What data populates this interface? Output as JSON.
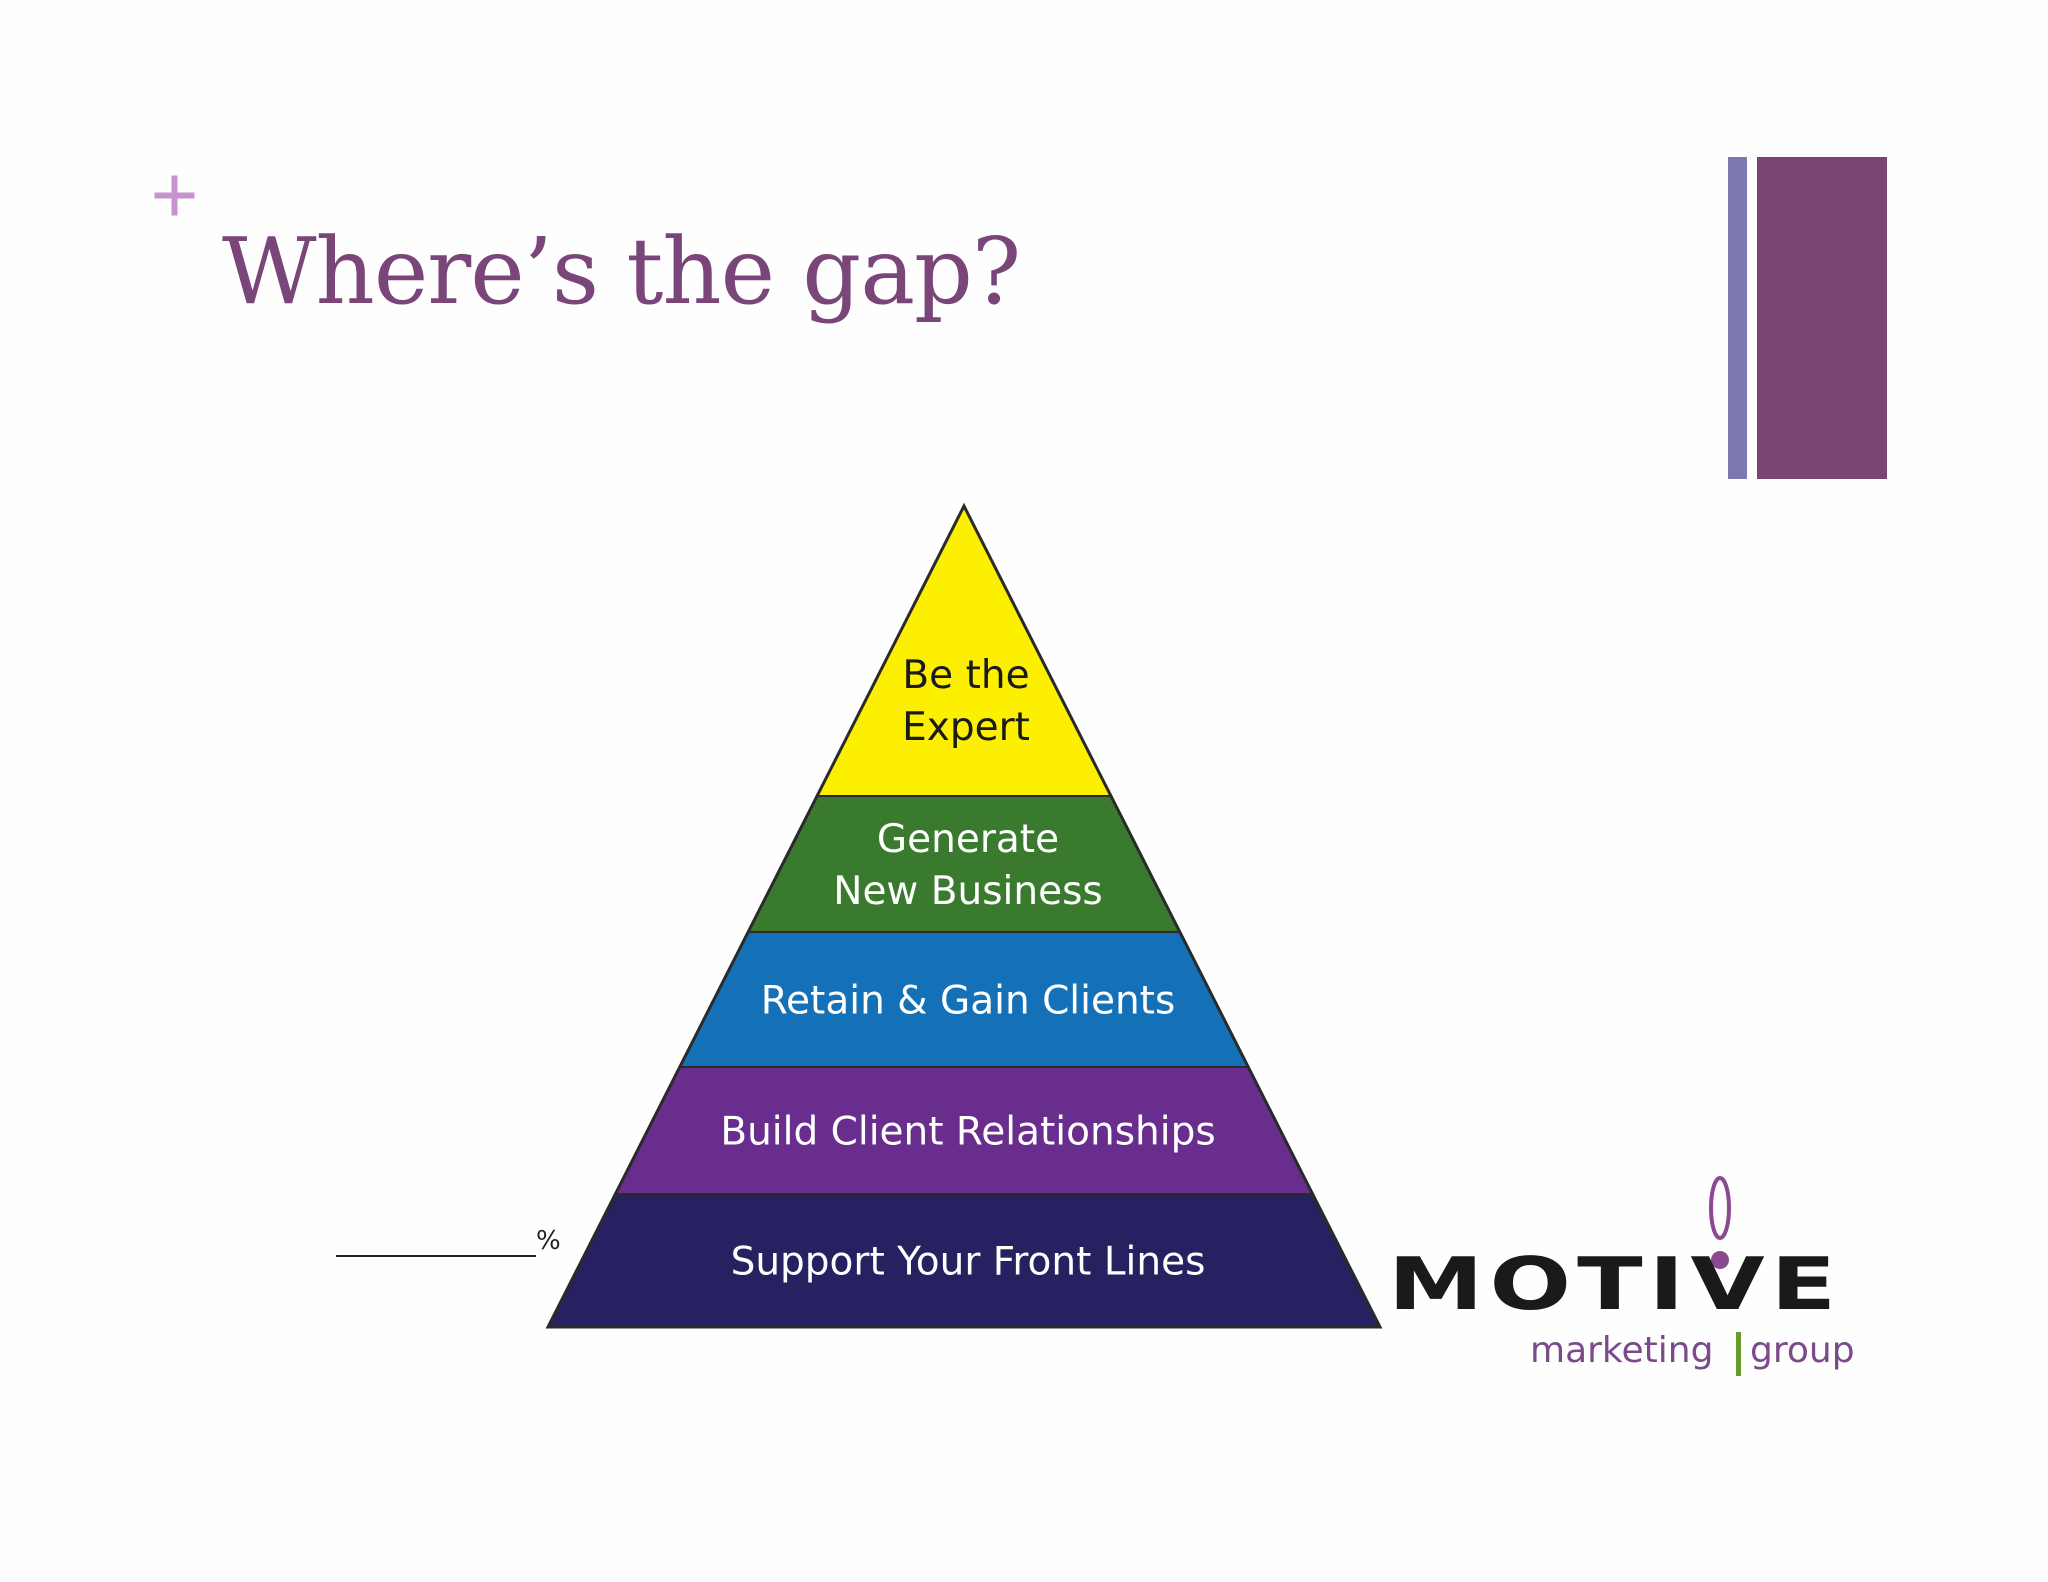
{
  "slide": {
    "plus_symbol": "+",
    "title": "Where’s the gap?"
  },
  "pyramid": {
    "tiers": [
      {
        "lines": [
          "Be the",
          "Expert"
        ],
        "color": "#fcef00",
        "text_color": "#1a1a1a"
      },
      {
        "lines": [
          "Generate",
          "New Business"
        ],
        "color": "#3a7a2e",
        "text_color": "#ffffff"
      },
      {
        "lines": [
          "Retain & Gain Clients"
        ],
        "color": "#1471b8",
        "text_color": "#ffffff"
      },
      {
        "lines": [
          "Build Client Relationships"
        ],
        "color": "#692d8e",
        "text_color": "#ffffff"
      },
      {
        "lines": [
          "Support Your Front Lines"
        ],
        "color": "#262161",
        "text_color": "#ffffff"
      }
    ]
  },
  "blank": {
    "percent_sign": "%"
  },
  "logo": {
    "word": "MOTIVE",
    "sub_left": "marketing",
    "sub_right": "group",
    "colors": {
      "word": "#1a1a1a",
      "accent": "#7b4a8a",
      "separator": "#6a9a2c"
    }
  },
  "colors": {
    "title": "#7a4579",
    "plus": "#c792cf",
    "bar_thin": "#7d78b2",
    "bar_wide": "#7b4573"
  }
}
